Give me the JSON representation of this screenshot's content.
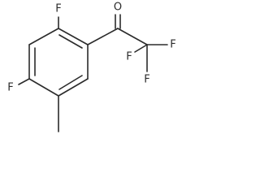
{
  "molecule": {
    "atoms": {
      "fluorine_ring_top": "F",
      "fluorine_ring_left": "F",
      "oxygen": "O",
      "fluorine_cf3_right": "F",
      "fluorine_cf3_left": "F",
      "fluorine_cf3_bottom": "F"
    }
  }
}
